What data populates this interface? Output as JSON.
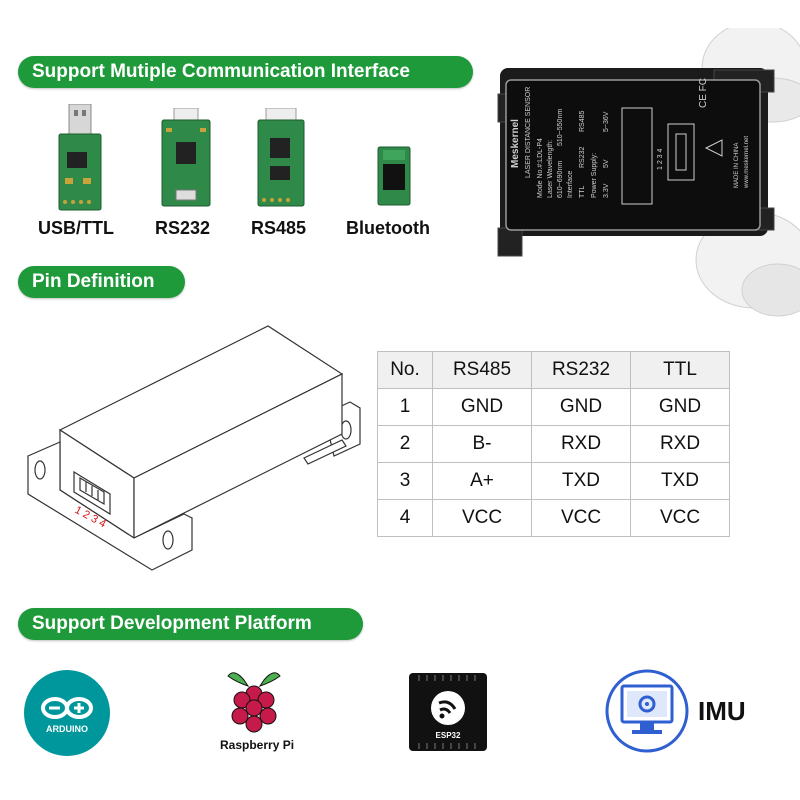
{
  "sections": {
    "communication": "Support Mutiple Communication Interface",
    "pins": "Pin Definition",
    "platform": "Support Development Platform"
  },
  "interfaces": [
    {
      "label": "USB/TTL"
    },
    {
      "label": "RS232"
    },
    {
      "label": "RS485"
    },
    {
      "label": "Bluetooth"
    }
  ],
  "device_label": {
    "brand": "Meskernel",
    "product": "LASER DISTANCE SENSOR",
    "model": "Mode No.#:LDL-P4",
    "wavelength": "Laser Wavelength:",
    "wl_a": "610~690nm",
    "wl_b": "510~550nm",
    "interface": "Interface",
    "if_ttl": "TTL",
    "if_232": "RS232",
    "if_485": "RS485",
    "power": "Power Supply:",
    "p1": "3.3V",
    "p2": "5V",
    "p3": "5~36V",
    "pin_header": "1 2 3 4",
    "made": "MADE IN CHINA",
    "site": "www.meskernel.net"
  },
  "connector_pins": "1 2 3 4",
  "pin_table": {
    "headers": [
      "No.",
      "RS485",
      "RS232",
      "TTL"
    ],
    "rows": [
      [
        "1",
        "GND",
        "GND",
        "GND"
      ],
      [
        "2",
        "B-",
        "RXD",
        "RXD"
      ],
      [
        "3",
        "A+",
        "TXD",
        "TXD"
      ],
      [
        "4",
        "VCC",
        "VCC",
        "VCC"
      ]
    ]
  },
  "platforms": {
    "arduino": "ARDUINO",
    "raspberry": "Raspberry Pi",
    "esp32": "ESP32",
    "imu": "IMU"
  },
  "colors": {
    "section_green": "#1f9a3b",
    "arduino_teal": "#00979c",
    "raspberry_red": "#c51a4a",
    "imu_blue": "#2f5fd0",
    "pcb_green": "#2f8a4a"
  }
}
